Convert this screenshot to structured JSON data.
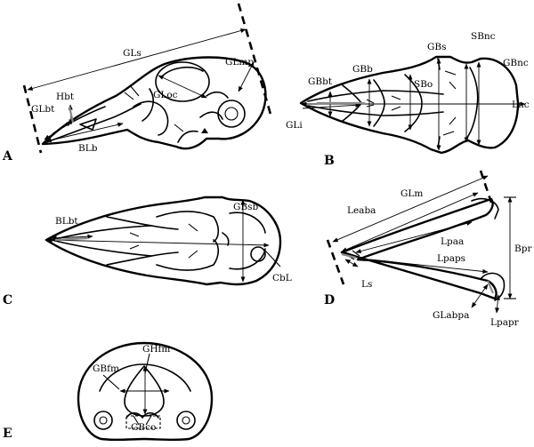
{
  "panels": {
    "A": {
      "letter": "A",
      "labels": {
        "gls": "GLs",
        "glmp": "GLmp",
        "gloc": "GLoc",
        "hbt": "Hbt",
        "glbt": "GLbt",
        "blb": "BLb"
      }
    },
    "B": {
      "letter": "B",
      "labels": {
        "gbs": "GBs",
        "sbnc": "SBnc",
        "gbnc": "GBnc",
        "gbb": "GBb",
        "gbbt": "GBbt",
        "sbo": "SBo",
        "gli": "GLi",
        "lnc": "Lnc"
      }
    },
    "C": {
      "letter": "C",
      "labels": {
        "gbsb": "GBsb",
        "blbt": "BLbt",
        "cbl": "CbL"
      }
    },
    "D": {
      "letter": "D",
      "labels": {
        "glm": "GLm",
        "leaba": "Leaba",
        "lpaa": "Lpaa",
        "bpr": "Bpr",
        "lpaps": "Lpaps",
        "ls": "Ls",
        "glabpa": "GLabpa",
        "lpapr": "Lpapr"
      }
    },
    "E": {
      "letter": "E",
      "labels": {
        "ghfm": "GHfm",
        "gbfm": "GBfm",
        "gbco": "GBco"
      }
    }
  }
}
